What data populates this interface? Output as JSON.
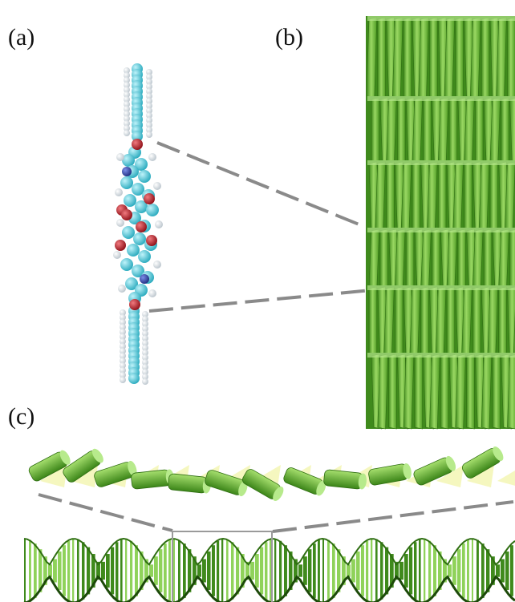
{
  "figure": {
    "labels": {
      "a": "(a)",
      "b": "(b)",
      "c": "(c)"
    },
    "colors": {
      "carbon": "#3fc6d6",
      "hydrogen": "#ecf2f7",
      "oxygen": "#b31b24",
      "nitrogen": "#2b3fa0",
      "ribbon_light": "#8fd25a",
      "ribbon_dark": "#3f8a1c",
      "pale_wedge": "#f3f6b4",
      "dashed_line": "#8a8a8a"
    }
  }
}
